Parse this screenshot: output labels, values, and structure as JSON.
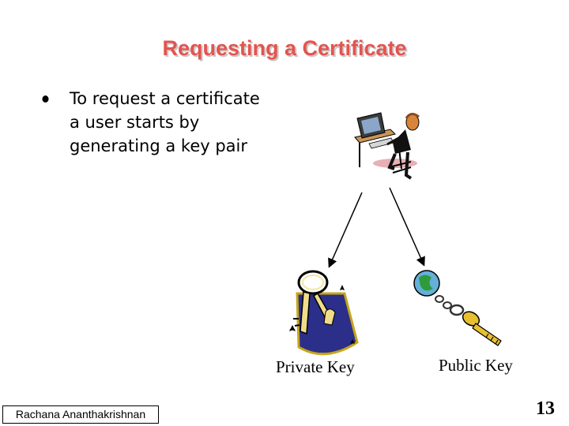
{
  "slide": {
    "title": "Requesting a Certificate",
    "bullets": [
      {
        "text": "To request a certificate a user starts by generating a key pair"
      }
    ],
    "illustration": {
      "user_icon": "user-at-computer-icon",
      "private_key_icon": "private-keyring-icon",
      "public_key_icon": "public-key-globe-icon",
      "private_key_label": "Private Key",
      "public_key_label": "Public Key"
    },
    "footer": {
      "author": "Rachana Ananthakrishnan",
      "page_number": "13"
    },
    "colors": {
      "title": "#e4544f",
      "title_shadow": "#c9c9c9",
      "text": "#000000",
      "background": "#ffffff"
    }
  }
}
